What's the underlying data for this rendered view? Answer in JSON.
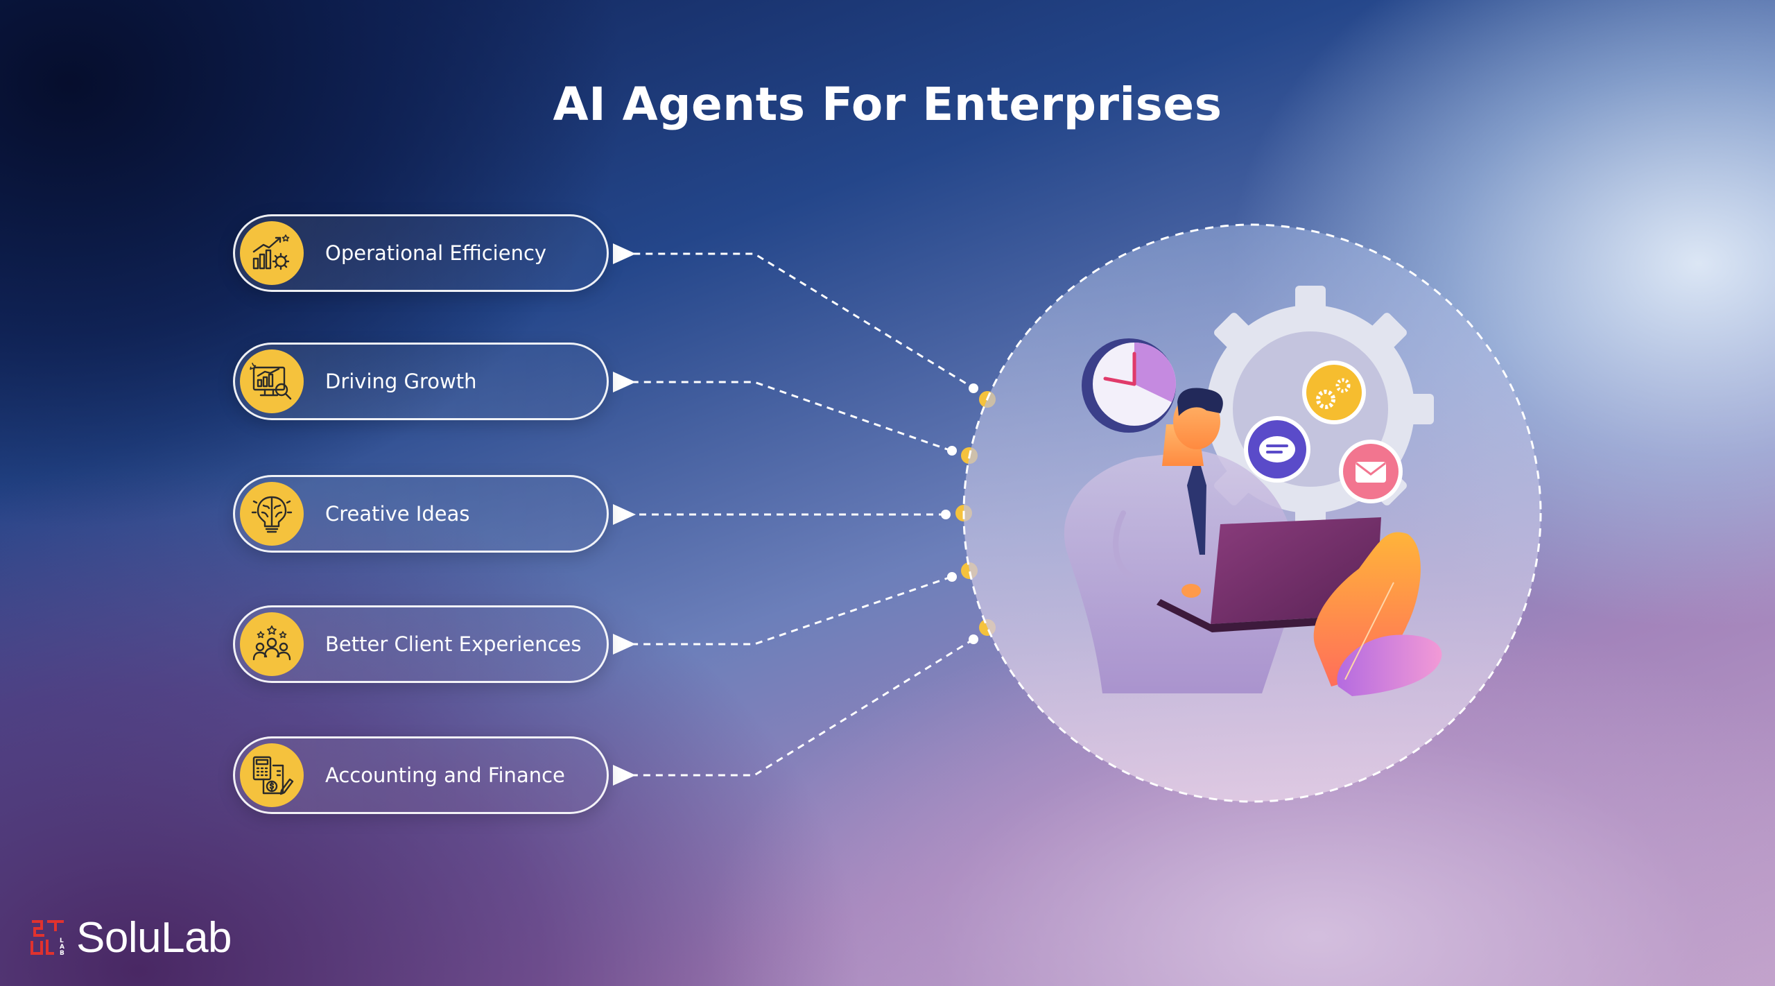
{
  "title": "AI Agents For Enterprises",
  "items": [
    {
      "label": "Operational Efficiency",
      "icon": "chart-growth-gear-icon"
    },
    {
      "label": "Driving Growth",
      "icon": "monitor-analytics-icon"
    },
    {
      "label": "Creative Ideas",
      "icon": "brain-lightbulb-icon"
    },
    {
      "label": "Better Client Experiences",
      "icon": "people-stars-icon"
    },
    {
      "label": "Accounting and Finance",
      "icon": "calculator-invoice-icon"
    }
  ],
  "brand": {
    "name": "SoluLab",
    "logo_letters": "LAB"
  },
  "colors": {
    "accent": "#f5c23d",
    "brand_red": "#e1322e",
    "text": "#ffffff"
  }
}
